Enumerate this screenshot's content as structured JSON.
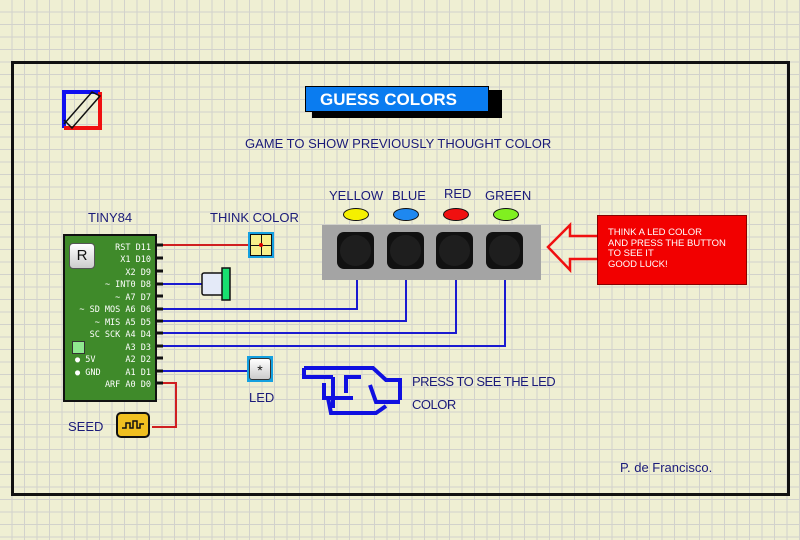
{
  "title": "GUESS COLORS",
  "subtitle": "GAME TO SHOW PREVIOUSLY THOUGHT COLOR",
  "mcu": {
    "name": "TINY84",
    "reset_label": "R",
    "pins": [
      "RST D11",
      "X1 D10",
      "X2 D9",
      "~ INT0 D8",
      "~ A7 D7",
      "~ SD MOS A6 D6",
      "~ MIS A5 D5",
      "SC SCK A4 D4",
      "A3 D3",
      "A2 D2",
      "A1 D1",
      "ARF A0 D0"
    ],
    "power_labels": [
      "5V",
      "GND"
    ]
  },
  "think_color": {
    "label": "THINK COLOR"
  },
  "leds": [
    {
      "label": "YELLOW",
      "color": "#f5f000"
    },
    {
      "label": "BLUE",
      "color": "#1e88f0"
    },
    {
      "label": "RED",
      "color": "#f01010"
    },
    {
      "label": "GREEN",
      "color": "#80f020"
    }
  ],
  "note": {
    "lines": [
      "THINK A LED COLOR",
      "AND PRESS THE BUTTON",
      "TO SEE IT",
      "GOOD LUCK!"
    ]
  },
  "led_button": {
    "label": "LED",
    "symbol": "*"
  },
  "press_hint": {
    "line1": "PRESS TO SEE THE LED",
    "line2": "COLOR"
  },
  "seed": {
    "label": "SEED"
  },
  "author": "P. de Francisco.",
  "colors": {
    "wire_blue": "#1a1ad0",
    "wire_red": "#d02020",
    "accent": "#0a7cf0",
    "note_red": "#f20000"
  }
}
